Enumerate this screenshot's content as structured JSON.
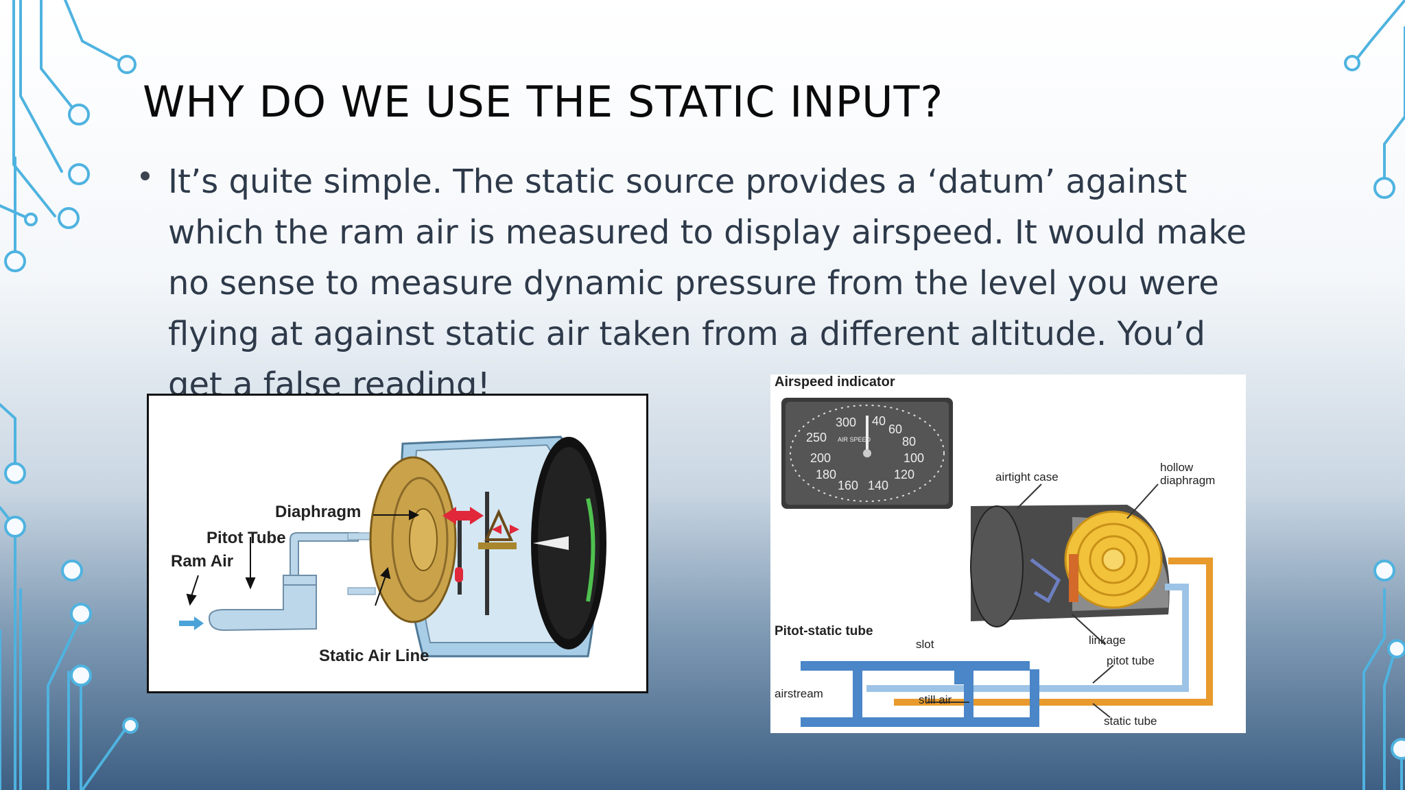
{
  "slide": {
    "title": "WHY DO WE USE THE STATIC INPUT?",
    "bullet": "It’s quite simple. The static source provides a ‘datum’ against which the ram air is measured to display airspeed. It would make no sense to measure dynamic pressure from the level you were flying at against static air taken from a different altitude. You’d get a false reading!"
  },
  "left_figure": {
    "labels": {
      "diaphragm": "Diaphragm",
      "pitot_tube": "Pitot Tube",
      "ram_air": "Ram Air",
      "static_air_line": "Static Air Line"
    }
  },
  "right_figure": {
    "labels": {
      "airspeed_indicator": "Airspeed indicator",
      "airtight_case": "airtight case",
      "hollow_diaphragm": "hollow\ndiaphragm",
      "pitot_static_tube": "Pitot-static tube",
      "slot": "slot",
      "airstream": "airstream",
      "still_air": "still air",
      "linkage": "linkage",
      "pitot_tube": "pitot tube",
      "static_tube": "static tube"
    },
    "dial": {
      "caption": "AIR SPEED",
      "ticks": [
        "250",
        "300",
        "40",
        "60",
        "80",
        "100",
        "120",
        "140",
        "160",
        "180",
        "200"
      ]
    }
  },
  "colors": {
    "accent_circuit": "#4fb3e0",
    "title_text": "#0a0a0a",
    "body_text": "#2e3a4a",
    "pitot_line": "#e89a2c",
    "static_line": "#7eb0dc",
    "diaphragm_gold": "#d9a83a"
  }
}
